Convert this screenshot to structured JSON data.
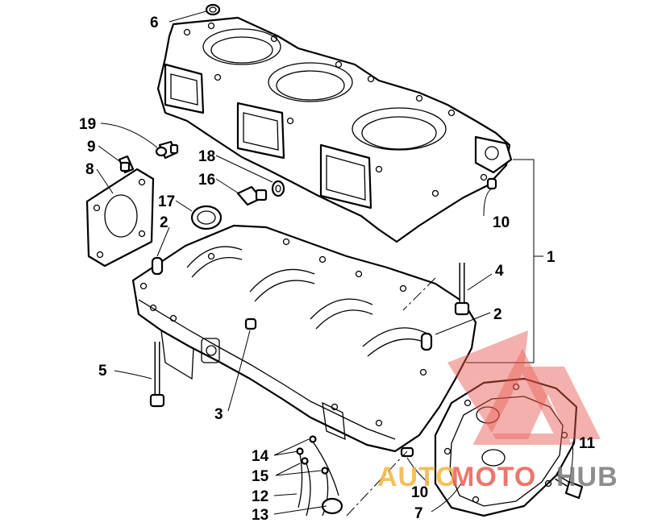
{
  "callouts": {
    "c1": "1",
    "c2a": "2",
    "c2b": "2",
    "c3": "3",
    "c4": "4",
    "c5": "5",
    "c6": "6",
    "c7": "7",
    "c8": "8",
    "c9": "9",
    "c10a": "10",
    "c10b": "10",
    "c11": "11",
    "c12": "12",
    "c13": "13",
    "c14": "14",
    "c15": "15",
    "c16": "16",
    "c17": "17",
    "c18": "18",
    "c19": "19"
  },
  "watermark": {
    "part1": "AUTO",
    "part2": "MOTO",
    "part3": "HUB",
    "colors": {
      "auto": "#f2b640",
      "moto": "#e95f55",
      "hub": "#7a7a7a",
      "triangle": "#e8564c"
    }
  }
}
